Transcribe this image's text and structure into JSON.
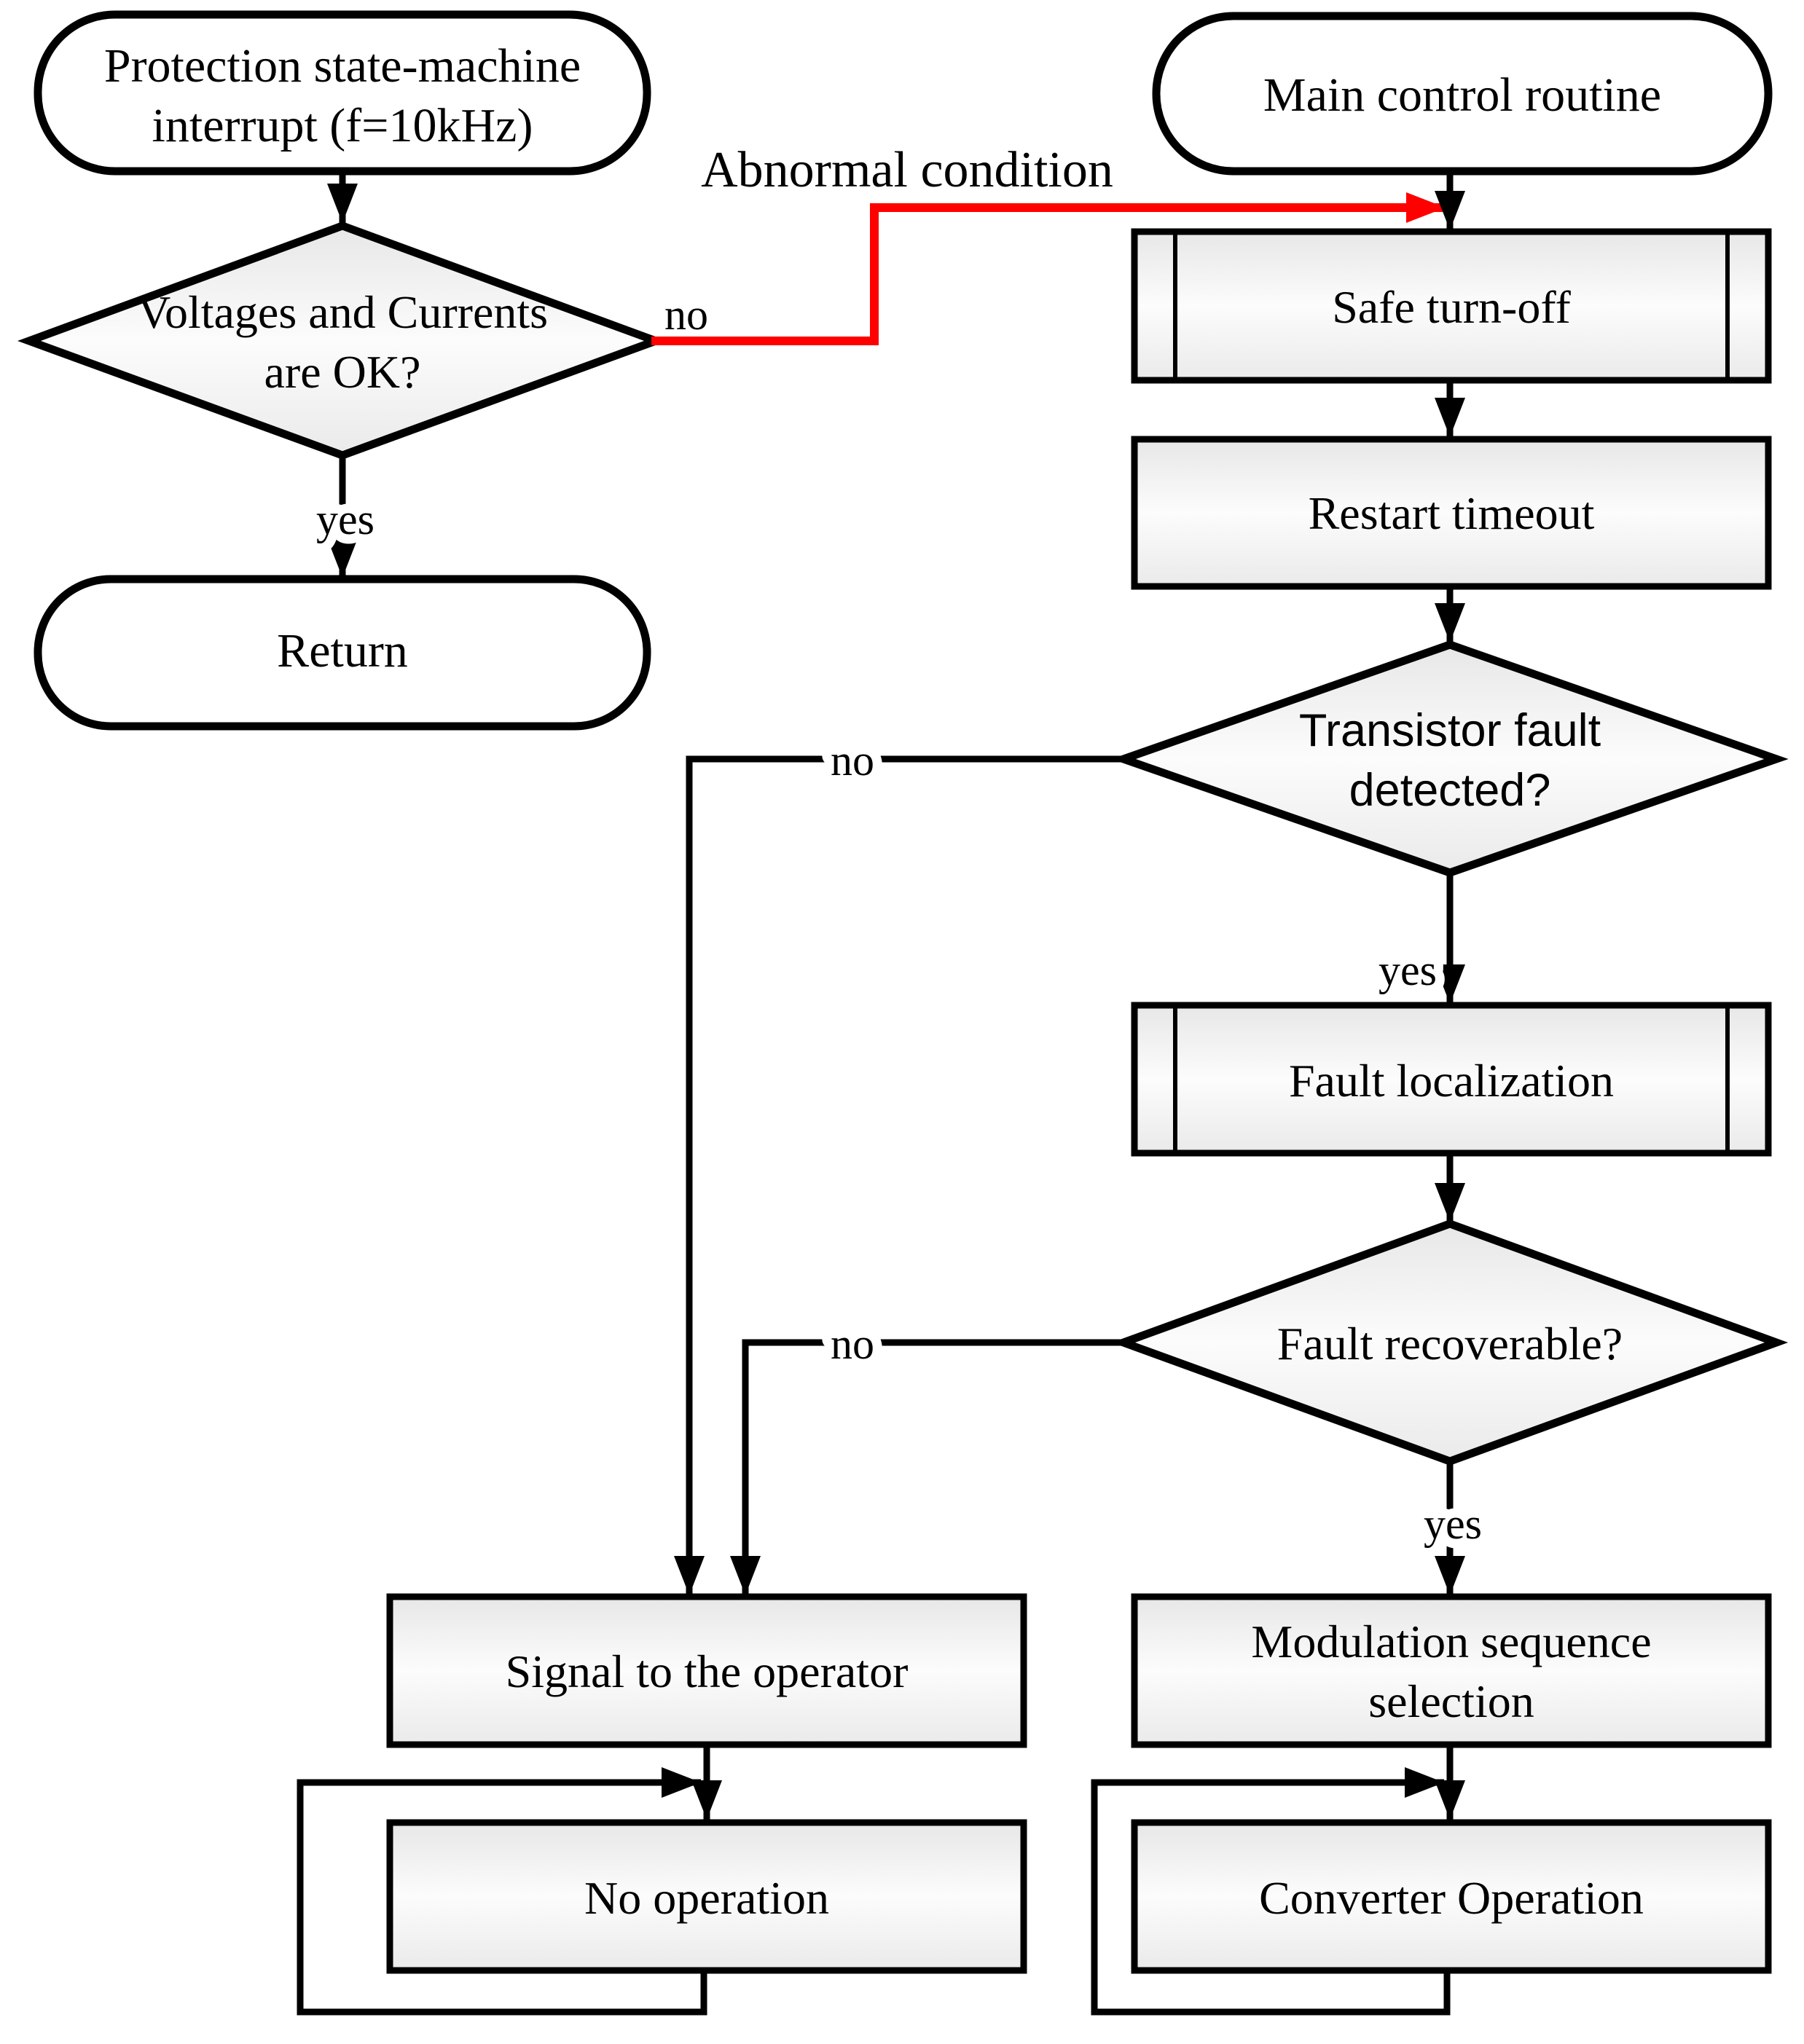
{
  "diagram_type": "flowchart",
  "colors": {
    "highlight_red": "#ff0000",
    "line_black": "#000000",
    "fill_edge": "#e7e7e7",
    "fill_mid": "#fcfcfc"
  },
  "nodes": {
    "protection_interrupt": {
      "type": "terminator",
      "lines": [
        "Protection state-machine",
        "interrupt (f=10kHz)"
      ]
    },
    "voltages_ok": {
      "type": "decision",
      "lines": [
        "Voltages and Currents",
        "are OK?"
      ]
    },
    "return": {
      "type": "terminator",
      "label": "Return"
    },
    "main_control": {
      "type": "terminator",
      "label": "Main control routine"
    },
    "safe_turnoff": {
      "type": "subroutine",
      "label": "Safe turn-off"
    },
    "restart_timeout": {
      "type": "process",
      "label": "Restart timeout"
    },
    "transistor_fault": {
      "type": "decision",
      "lines": [
        "Transistor fault",
        "detected?"
      ]
    },
    "fault_localization": {
      "type": "subroutine",
      "label": "Fault localization"
    },
    "fault_recoverable": {
      "type": "decision",
      "label": "Fault recoverable?"
    },
    "modulation_selection": {
      "type": "process",
      "lines": [
        "Modulation sequence",
        "selection"
      ]
    },
    "converter_operation": {
      "type": "process",
      "label": "Converter Operation"
    },
    "signal_operator": {
      "type": "process",
      "label": "Signal to the operator"
    },
    "no_operation": {
      "type": "process",
      "label": "No operation"
    }
  },
  "edge_labels": {
    "abnormal": "Abnormal condition",
    "yes_voltages": "yes",
    "no_voltages": "no",
    "yes_transistor": "yes",
    "no_transistor": "no",
    "yes_recoverable": "yes",
    "no_recoverable": "no"
  }
}
